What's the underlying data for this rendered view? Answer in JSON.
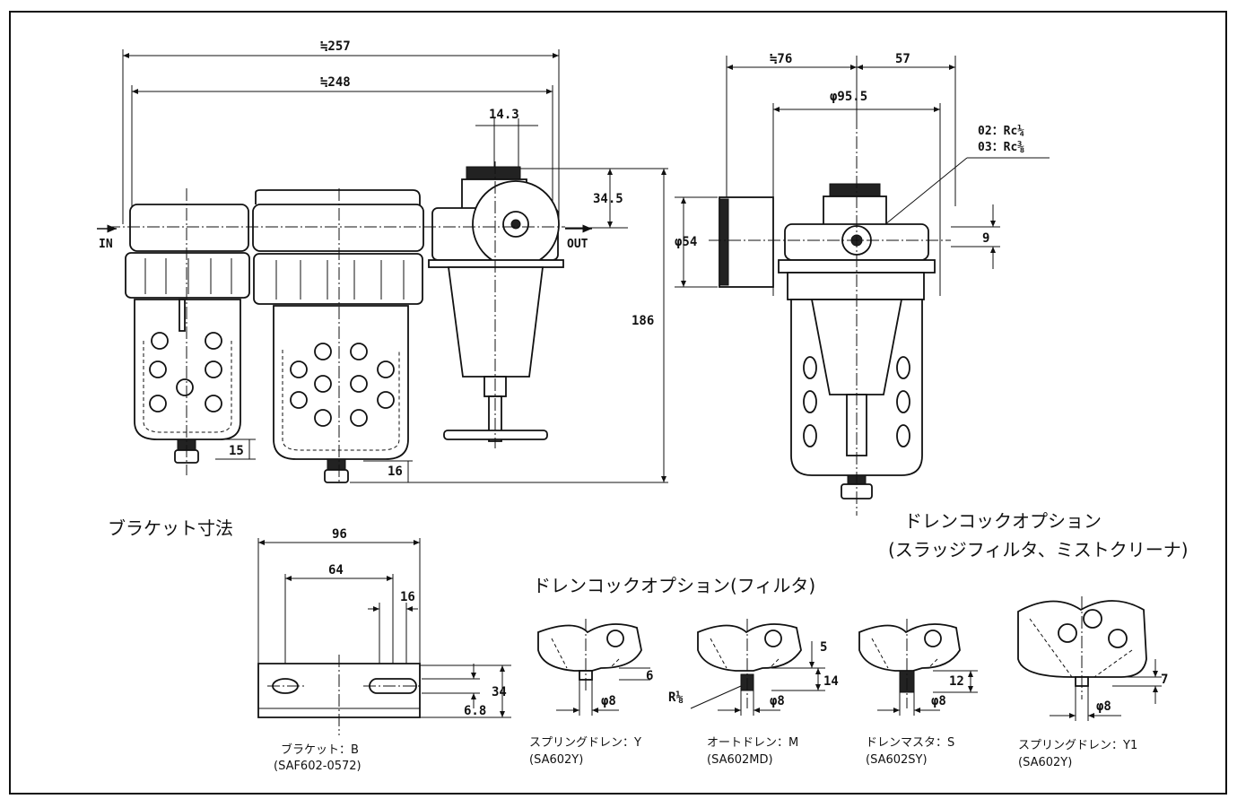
{
  "labels": {
    "dim_257": "≒257",
    "dim_248": "≒248",
    "dim_14_3": "14.3",
    "dim_34_5": "34.5",
    "dim_186": "186",
    "dim_15": "15",
    "dim_16": "16",
    "in": "IN",
    "out": "OUT",
    "dim_76": "≒76",
    "dim_57": "57",
    "dim_phi95_5": "φ95.5",
    "port_02": "02：Rc¼",
    "port_03": "03：Rc⅜",
    "dim_phi54": "φ54",
    "dim_9": "9",
    "bracket_title": "ブラケット寸法",
    "br_96": "96",
    "br_64": "64",
    "br_16": "16",
    "br_34": "34",
    "br_6_8": "6.8",
    "br_caption1": "ブラケット：B",
    "br_caption2": "(SAF602-0572)",
    "drain_filter_title": "ドレンコックオプション(フィルタ)",
    "drain_mist_title1": "ドレンコックオプション",
    "drain_mist_title2": "(スラッジフィルタ、ミストクリーナ)",
    "y_6": "6",
    "y_phi8": "φ8",
    "y_cap1": "スプリングドレン：Y",
    "y_cap2": "(SA602Y)",
    "m_5": "5",
    "m_14": "14",
    "m_r18": "R⅛",
    "m_phi8": "φ8",
    "m_cap1": "オートドレン：M",
    "m_cap2": "(SA602MD)",
    "s_12": "12",
    "s_phi8": "φ8",
    "s_cap1": "ドレンマスタ：S",
    "s_cap2": "(SA602SY)",
    "y1_7": "7",
    "y1_phi8": "φ8",
    "y1_cap1": "スプリングドレン：Y1",
    "y1_cap2": "(SA602Y)"
  }
}
